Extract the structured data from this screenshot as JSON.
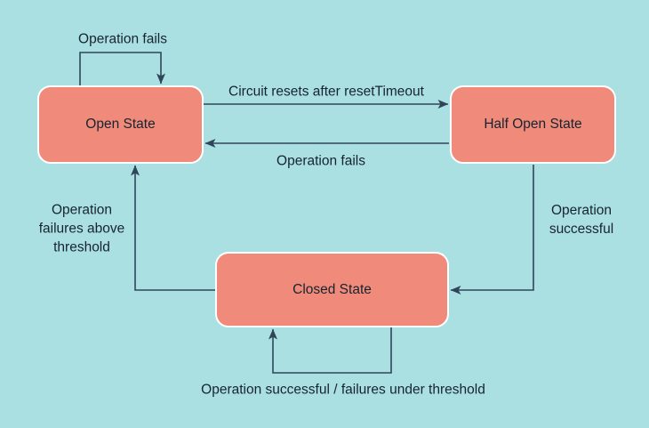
{
  "diagram": {
    "nodes": {
      "open": {
        "label": "Open State"
      },
      "half_open": {
        "label": "Half Open State"
      },
      "closed": {
        "label": "Closed State"
      }
    },
    "edges": {
      "open_self": {
        "label": "Operation fails"
      },
      "open_to_half": {
        "label": "Circuit resets after resetTimeout"
      },
      "half_to_open": {
        "label": "Operation fails"
      },
      "half_to_closed": {
        "label": "Operation successful"
      },
      "closed_to_open": {
        "label": "Operation failures above threshold"
      },
      "closed_self": {
        "label": "Operation successful / failures under threshold"
      }
    },
    "colors": {
      "background": "#abe0e2",
      "node_fill": "#f08a7a",
      "node_border": "#ffffff",
      "line": "#31455a",
      "text": "#17242f"
    }
  }
}
